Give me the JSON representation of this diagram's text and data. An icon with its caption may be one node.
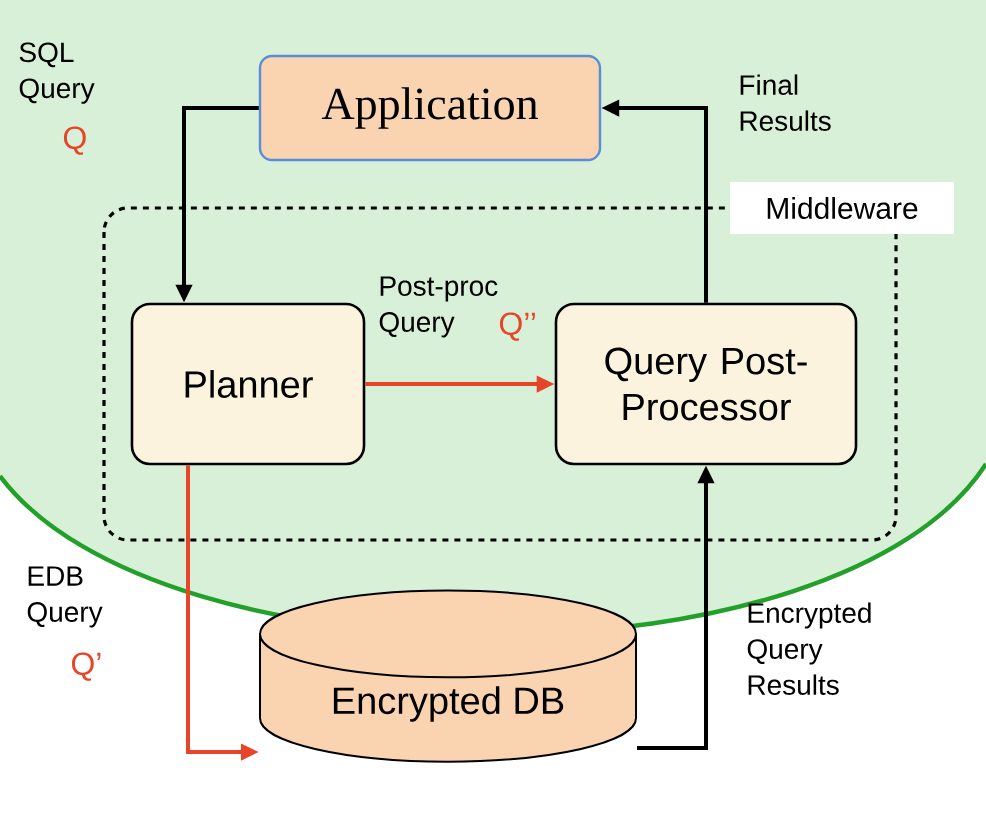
{
  "diagram": {
    "nodes": [
      {
        "text": [
          "Application"
        ]
      },
      {
        "text": [
          "Middleware"
        ]
      },
      {
        "text": [
          "Planner"
        ],
        "in": 1
      },
      {
        "text": [
          "Query Post-Processor"
        ],
        "in": 1
      },
      {
        "text": [
          "Encrypted DB"
        ]
      }
    ],
    "edges": [
      {
        "from": 0,
        "to": 2,
        "arrow": "to",
        "label": "SQL Query"
      },
      {
        "from": 2,
        "to": 3,
        "arrow": "to",
        "label": "Post-proc Query",
        "color": "#e8442a"
      },
      {
        "from": 2,
        "to": 4,
        "arrow": "to",
        "label": "EDB Query",
        "color": "#e8442a"
      },
      {
        "from": 4,
        "to": 3,
        "arrow": "to",
        "label": "Encrypted Query Results"
      },
      {
        "from": 3,
        "to": 0,
        "arrow": "to",
        "label": "Final Results"
      }
    ],
    "labels": [
      "Q",
      "Q’’",
      "Q’"
    ]
  }
}
